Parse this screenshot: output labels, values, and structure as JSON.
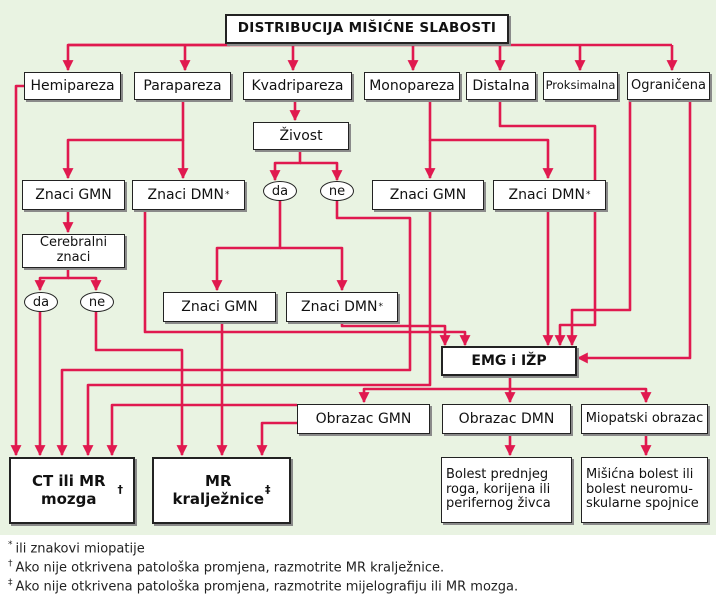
{
  "title": "DISTRIBUCIJA MIŠIĆNE SLABOSTI",
  "distributions": {
    "hemipareza": "Hemipareza",
    "parapareza": "Parapareza",
    "kvadripareza": "Kvadripareza",
    "monopareza": "Monopareza",
    "distalna": "Distalna",
    "proksimalna": "Proksimalna",
    "ogranicena": "Ograničena"
  },
  "zivost": "Živost",
  "signs": {
    "gmn": "Znaci GMN",
    "dmn": "Znaci DMN",
    "cerebral": "Cerebralni znaci"
  },
  "answers": {
    "yes": "da",
    "no": "ne"
  },
  "emg": "EMG i IŽP",
  "patterns": {
    "gmn": "Obrazac GMN",
    "dmn": "Obrazac DMN",
    "myopathic": "Miopatski obrazac"
  },
  "outcomes": {
    "ct_mr": "CT ili MR mozga",
    "mr_spine": "MR kralježnice",
    "anterior_horn": "Bolest prednjeg roga, korijena ili perifernog živca",
    "muscle": "Mišićna bolest ili bolest neuromu-skularne spojnice"
  },
  "symbols": {
    "asterisk": "*",
    "dagger": "†",
    "double_dagger": "‡"
  },
  "footnotes": [
    "ili znakovi miopatije",
    "Ako nije otkrivena patološka promjena, razmotrite MR kralježnice.",
    "Ako nije otkrivena patološka promjena, razmotrite mijelografiju ili MR mozga."
  ],
  "colors": {
    "line": "#e0194f",
    "background": "#e9f3e2"
  }
}
